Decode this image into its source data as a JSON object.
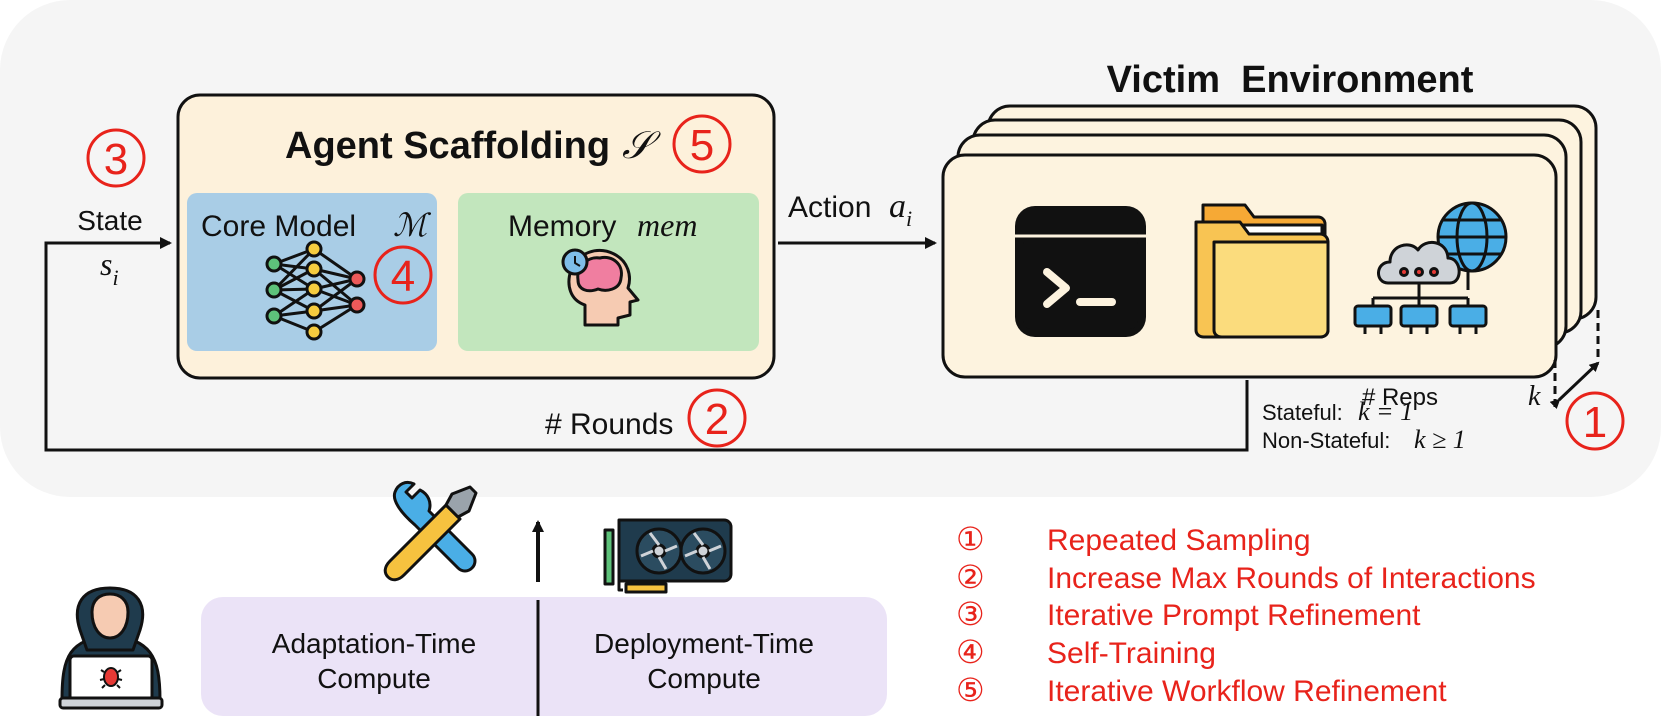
{
  "scaffold": {
    "title": "Agent Scaffolding",
    "title_symbol": "𝒮",
    "title_marker": "5",
    "core_model_label": "Core Model",
    "core_model_symbol": "ℳ",
    "core_model_marker": "4",
    "memory_label": "Memory",
    "memory_symbol": "mem"
  },
  "environment": {
    "title": "Victim  Environment",
    "reps_label": "# Reps",
    "reps_symbol": "k",
    "stateful_label": "Stateful:",
    "stateful_expr": "k = 1",
    "nonstateful_label": "Non-Stateful:",
    "nonstateful_expr": "k ≥ 1",
    "marker": "1",
    "icons": [
      "terminal-icon",
      "folder-icon",
      "cloud-network-icon"
    ]
  },
  "flow": {
    "state_marker": "3",
    "state_label": "State",
    "state_symbol": "s",
    "state_subscript": "i",
    "action_label": "Action",
    "action_symbol": "a",
    "action_subscript": "i",
    "rounds_label": "# Rounds",
    "rounds_marker": "2"
  },
  "compute": {
    "adaptation_line1": "Adaptation-Time",
    "adaptation_line2": "Compute",
    "deployment_line1": "Deployment-Time",
    "deployment_line2": "Compute",
    "icons": [
      "tools-icon",
      "up-arrow-icon",
      "gpu-icon",
      "hacker-icon"
    ]
  },
  "legend": [
    {
      "num": "①",
      "text": "Repeated Sampling"
    },
    {
      "num": "②",
      "text": "Increase Max Rounds of Interactions"
    },
    {
      "num": "③",
      "text": "Iterative Prompt Refinement"
    },
    {
      "num": "④",
      "text": "Self-Training"
    },
    {
      "num": "⑤",
      "text": "Iterative Workflow Refinement"
    }
  ],
  "colors": {
    "panel_bg": "#f5f5f5",
    "scaffold_bg": "#fdf1db",
    "core_bg": "#a9cde6",
    "memory_bg": "#c2e6bd",
    "env_bg": "#fdf3df",
    "compute_bg": "#ebe3f7",
    "accent_red": "#e8231b"
  }
}
